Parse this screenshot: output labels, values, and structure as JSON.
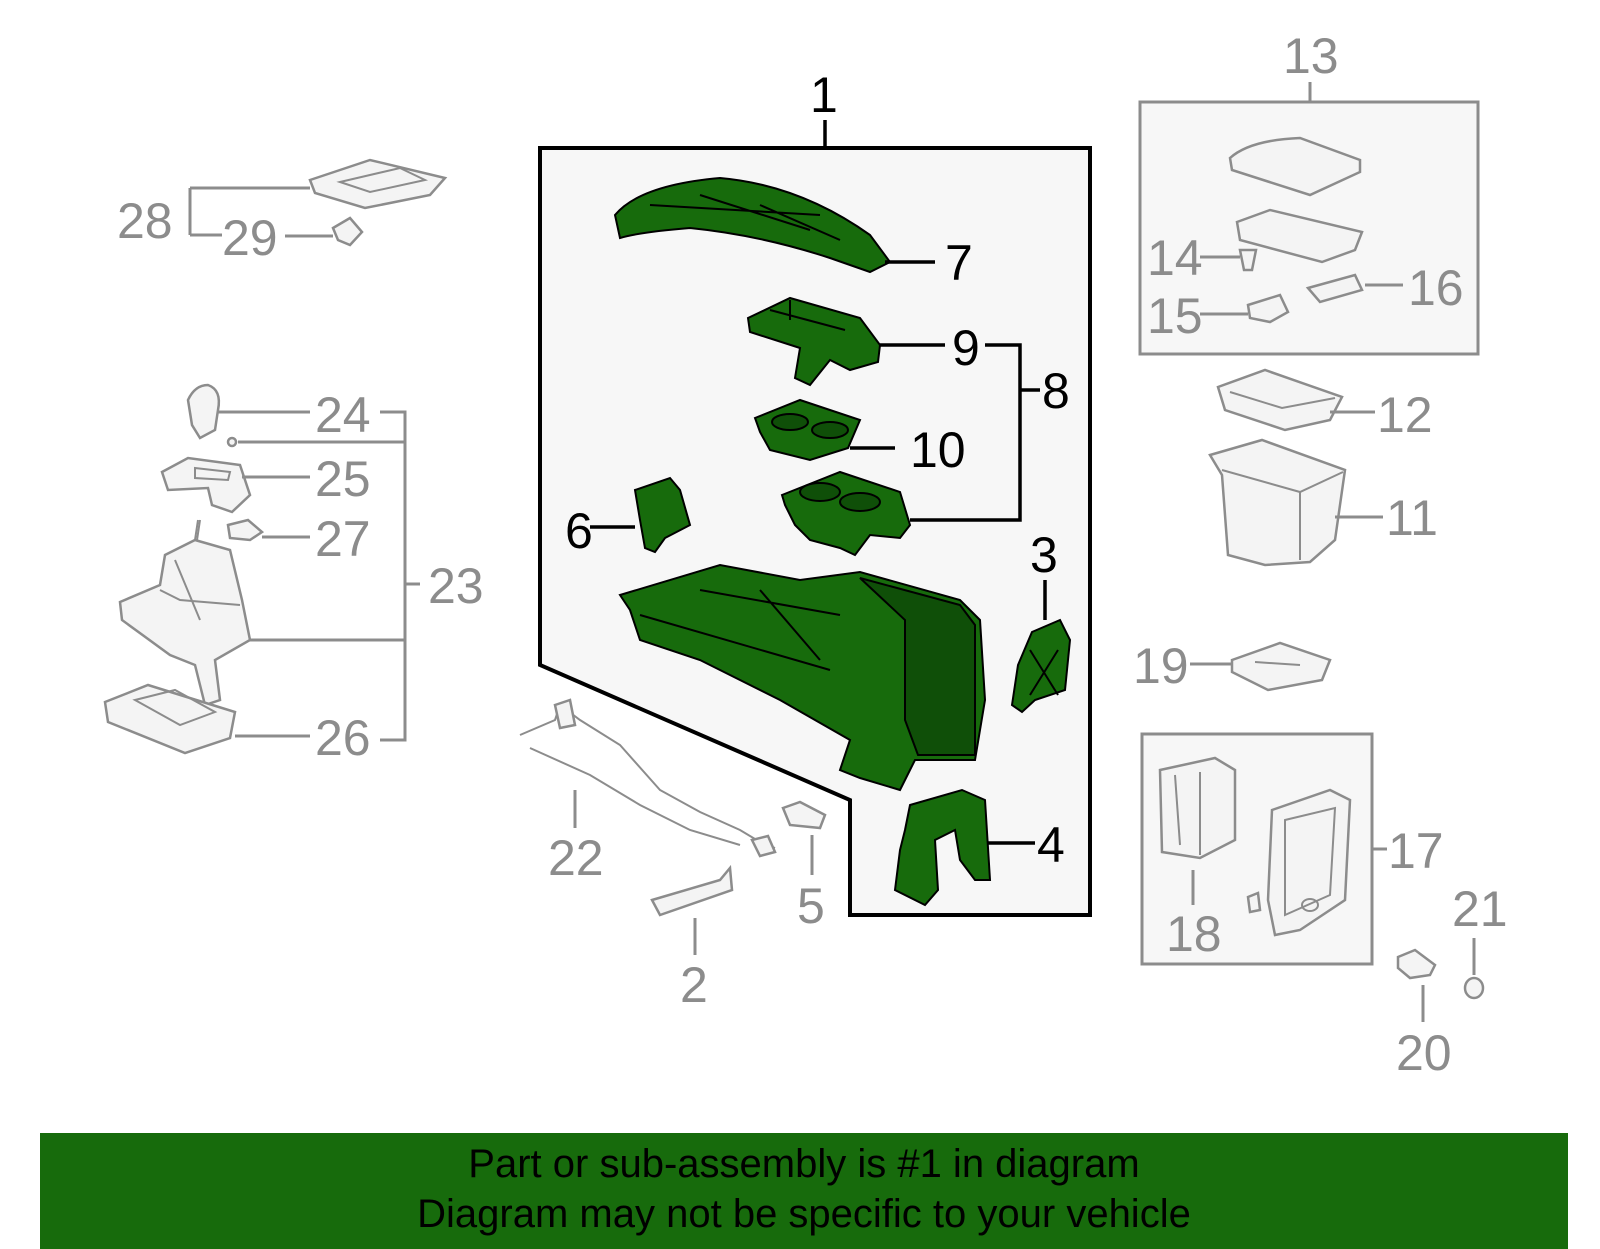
{
  "banner": {
    "line1": "Part or sub-assembly is #1 in diagram",
    "line2": "Diagram may not be specific to your vehicle",
    "background": "#176b0c"
  },
  "colors": {
    "highlight_part": "#176b0c",
    "other_part_line": "#8c8c8c",
    "assembly_box_fill": "#f7f7f7"
  },
  "callouts": {
    "c1": "1",
    "c2": "2",
    "c3": "3",
    "c4": "4",
    "c5": "5",
    "c6": "6",
    "c7": "7",
    "c8": "8",
    "c9": "9",
    "c10": "10",
    "c11": "11",
    "c12": "12",
    "c13": "13",
    "c14": "14",
    "c15": "15",
    "c16": "16",
    "c17": "17",
    "c18": "18",
    "c19": "19",
    "c20": "20",
    "c21": "21",
    "c22": "22",
    "c23": "23",
    "c24": "24",
    "c25": "25",
    "c26": "26",
    "c27": "27",
    "c28": "28",
    "c29": "29"
  }
}
